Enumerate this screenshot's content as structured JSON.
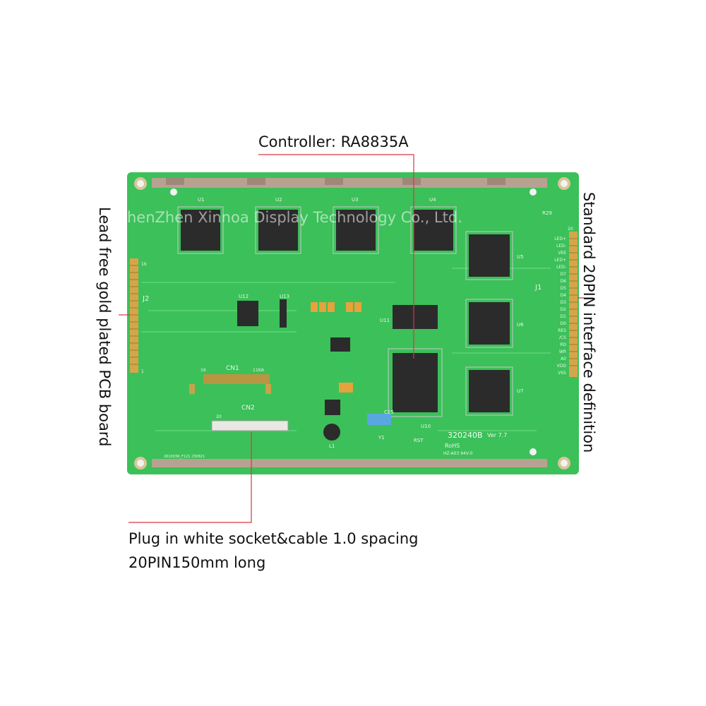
{
  "callouts": {
    "controller": "Controller: RA8835A",
    "lead_free": "Lead free gold plated PCB board",
    "standard_interface": "Standard 20PIN interface definition",
    "plug_line1": "Plug in white socket&cable 1.0 spacing",
    "plug_line2": "20PIN150mm long"
  },
  "watermark": "henZhen Xinnoa Display Technology Co., Ltd.",
  "board": {
    "model": "320240B",
    "version": "Ver 7.7",
    "rohs": "RoHS",
    "cert": "HZ-A03 94V-0",
    "pcb_code": "261003R_F121 230821",
    "connectors": [
      "J1",
      "J2",
      "CN1",
      "CN2"
    ],
    "chips": [
      "U1",
      "U2",
      "U3",
      "U4",
      "U5",
      "U6",
      "U7",
      "U10",
      "U11",
      "U12",
      "U13"
    ],
    "pin_labels": [
      "LED+",
      "LED-",
      "VEE",
      "LED+",
      "LED-",
      "D7",
      "D6",
      "D5",
      "D4",
      "D3",
      "D2",
      "D1",
      "D0",
      "RES",
      "/CS",
      "RD",
      "WR",
      "A0",
      "VDD",
      "VSS"
    ],
    "pin_numbers": [
      "20",
      "16",
      "16",
      "1",
      "1",
      "1KA",
      "20"
    ],
    "misc_labels": [
      "RST",
      "L1",
      "Y1",
      "C25",
      "R29"
    ]
  },
  "colors": {
    "pcb": "#3cc05a",
    "pcb_dark": "#2a9d48",
    "chip": "#2b2b2b",
    "gold": "#d4a64a",
    "callout_line": "#d8364b",
    "frame": "#a58f7d"
  }
}
